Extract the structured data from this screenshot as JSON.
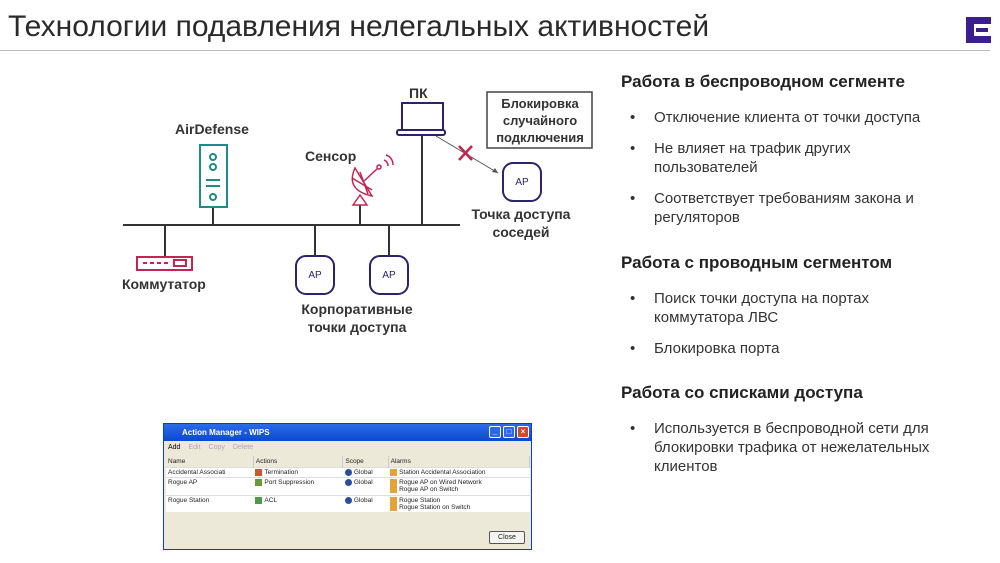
{
  "slide": {
    "title": "Технологии подавления нелегальных активностей"
  },
  "diagram": {
    "airdefense": "AirDefense",
    "sensor": "Сенсор",
    "pc": "ПК",
    "switch": "Коммутатор",
    "block_box": "Блокировка случайного подключения",
    "ap": "AP",
    "corp_aps": "Корпоративные точки доступа",
    "neighbor_ap": "Точка доступа соседей"
  },
  "sections": [
    {
      "heading": "Работа в беспроводном сегменте",
      "bullets": [
        "Отключение клиента от точки доступа",
        "Не влияет на трафик других пользователей",
        "Соответствует требованиям закона и регуляторов"
      ]
    },
    {
      "heading": "Работа с проводным сегментом",
      "bullets": [
        "Поиск точки доступа на портах коммутатора ЛВС",
        "Блокировка порта"
      ]
    },
    {
      "heading": "Работа со списками доступа",
      "bullets": [
        "Используется в беспроводной сети для блокировки трафика от нежелательных клиентов"
      ]
    }
  ],
  "window": {
    "title": "Action Manager - WIPS",
    "toolbar": [
      "Add",
      "Edit",
      "Copy",
      "Delete"
    ],
    "columns": [
      "Name",
      "Actions",
      "Scope",
      "Alarms"
    ],
    "rows": [
      {
        "name": "Accidental Associati",
        "action": "Termination",
        "scope": "Global",
        "alarms": [
          "Station Accidental Association"
        ]
      },
      {
        "name": "Rogue AP",
        "action": "Port Suppression",
        "scope": "Global",
        "alarms": [
          "Rogue AP on Wired Network",
          "Rogue AP on Switch"
        ]
      },
      {
        "name": "Rogue Station",
        "action": "ACL",
        "scope": "Global",
        "alarms": [
          "Rogue Station",
          "Rogue Station on Switch"
        ]
      }
    ],
    "close": "Close"
  },
  "colors": {
    "brand": "#3b1f8f",
    "teal": "#1f8a86",
    "red": "#c0264f",
    "navy": "#2b2466"
  }
}
